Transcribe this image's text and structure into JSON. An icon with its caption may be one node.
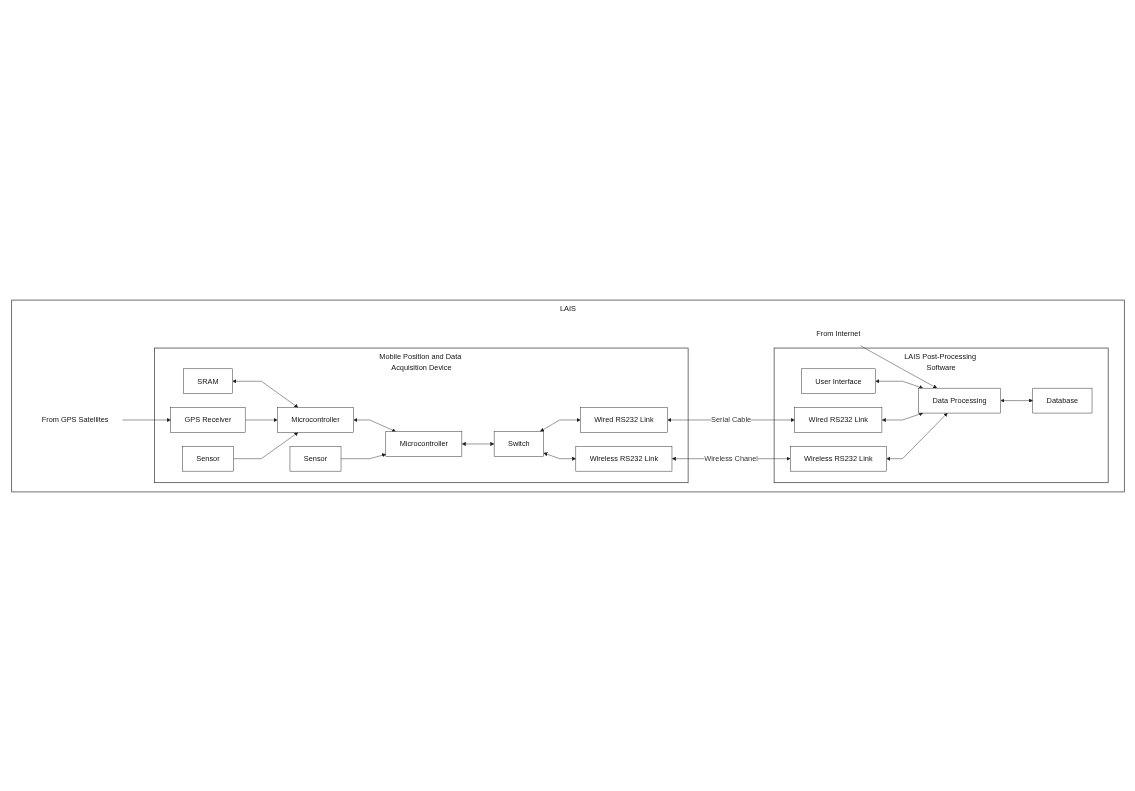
{
  "diagram": {
    "nodes": [
      {
        "text": [
          "LAIS"
        ]
      },
      {
        "text": [
          "Mobile Position and Data Acquisition Device"
        ],
        "in": 0
      },
      {
        "text": [
          "SRAM"
        ],
        "in": 1
      },
      {
        "text": [
          "GPS Receiver"
        ],
        "in": 1
      },
      {
        "text": [
          "Microcontroller"
        ],
        "in": 1
      },
      {
        "text": [
          "Sensor"
        ],
        "in": 1
      },
      {
        "text": [
          "Microcontroller"
        ],
        "in": 1
      },
      {
        "text": [
          "Sensor"
        ],
        "in": 1
      },
      {
        "text": [
          "Switch"
        ],
        "in": 1
      },
      {
        "text": [
          "Wired RS232 Link"
        ],
        "in": 1
      },
      {
        "text": [
          "Wireless RS232 Link"
        ],
        "in": 1
      },
      {
        "text": [
          "From GPS Satellites"
        ],
        "in": 0
      },
      {
        "text": [
          "LAIS Post-Processing Software"
        ],
        "in": 0
      },
      {
        "text": [
          "User Interface"
        ],
        "in": 12
      },
      {
        "text": [
          "Data Processing"
        ],
        "in": 12
      },
      {
        "text": [
          "Database"
        ],
        "in": 12
      },
      {
        "text": [
          "Wired RS232 Link"
        ],
        "in": 12
      },
      {
        "text": [
          "Wireless RS232 Link"
        ],
        "in": 12
      },
      {
        "text": [
          "From Internet"
        ],
        "in": 0
      }
    ],
    "edges": [
      {
        "from": 11,
        "to": 3,
        "arrow": "to"
      },
      {
        "from": 2,
        "to": 4,
        "arrow": "both"
      },
      {
        "from": 3,
        "to": 4,
        "arrow": "to"
      },
      {
        "from": 5,
        "to": 4,
        "arrow": "to"
      },
      {
        "from": 4,
        "to": 6,
        "arrow": "both"
      },
      {
        "from": 7,
        "to": 6,
        "arrow": "to"
      },
      {
        "from": 6,
        "to": 8,
        "arrow": "both"
      },
      {
        "from": 8,
        "to": 9,
        "arrow": "both"
      },
      {
        "from": 8,
        "to": 10,
        "arrow": "both"
      },
      {
        "from": 9,
        "to": 16,
        "arrow": "both",
        "label": "Serial Cable"
      },
      {
        "from": 10,
        "to": 17,
        "arrow": "both",
        "label": "Wireless Chanel"
      },
      {
        "from": 18,
        "to": 14,
        "arrow": "to"
      },
      {
        "from": 13,
        "to": 14,
        "arrow": "both"
      },
      {
        "from": 14,
        "to": 15,
        "arrow": "both"
      },
      {
        "from": 16,
        "to": 14,
        "arrow": "both"
      },
      {
        "from": 17,
        "to": 14,
        "arrow": "both"
      }
    ]
  }
}
